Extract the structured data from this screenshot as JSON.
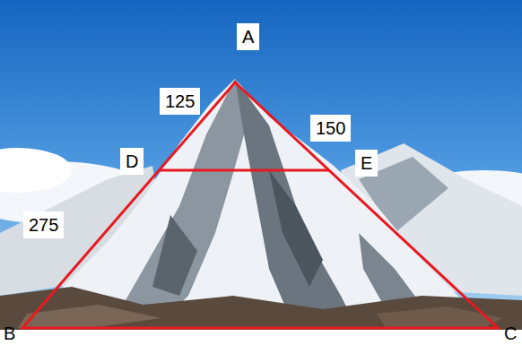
{
  "diagram": {
    "labels": [
      "A",
      "125",
      "150",
      "D",
      "E",
      "275",
      "B",
      "C"
    ]
  }
}
